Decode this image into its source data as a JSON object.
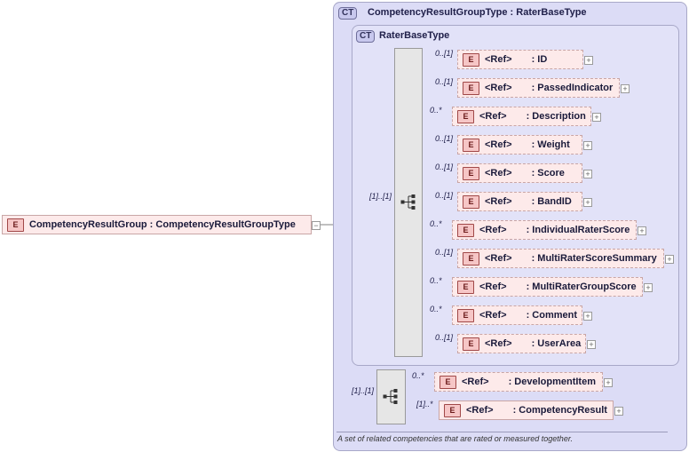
{
  "root": {
    "badge": "E",
    "label": "CompetencyResultGroup : CompetencyResultGroupType",
    "collapse": "−"
  },
  "outer_type": {
    "badge": "CT",
    "title": "CompetencyResultGroupType : RaterBaseType"
  },
  "inner_type": {
    "badge": "CT",
    "title": "RaterBaseType"
  },
  "inner_sequence_card": "[1]..[1]",
  "outer_sequence_card": "[1]..[1]",
  "ref_label": "<Ref>",
  "inner_elements": [
    {
      "card": "0..[1]",
      "name": ": ID",
      "optional": true
    },
    {
      "card": "0..[1]",
      "name": ": PassedIndicator",
      "optional": true
    },
    {
      "card": "0..*",
      "name": ": Description",
      "optional": true
    },
    {
      "card": "0..[1]",
      "name": ": Weight",
      "optional": true
    },
    {
      "card": "0..[1]",
      "name": ": Score",
      "optional": true
    },
    {
      "card": "0..[1]",
      "name": ": BandID",
      "optional": true
    },
    {
      "card": "0..*",
      "name": ": IndividualRaterScore",
      "optional": true
    },
    {
      "card": "0..[1]",
      "name": ": MultiRaterScoreSummary",
      "optional": true
    },
    {
      "card": "0..*",
      "name": ": MultiRaterGroupScore",
      "optional": true
    },
    {
      "card": "0..*",
      "name": ": Comment",
      "optional": true
    },
    {
      "card": "0..[1]",
      "name": ": UserArea",
      "optional": true
    }
  ],
  "outer_elements": [
    {
      "card": "0..*",
      "name": ": DevelopmentItem",
      "optional": true
    },
    {
      "card": "[1]..*",
      "name": ": CompetencyResult",
      "optional": false
    }
  ],
  "description": "A set of related competencies that are rated or measured together.",
  "icons": {
    "sequence": "sequence-icon",
    "expand": "plus-icon",
    "collapse": "minus-icon"
  }
}
